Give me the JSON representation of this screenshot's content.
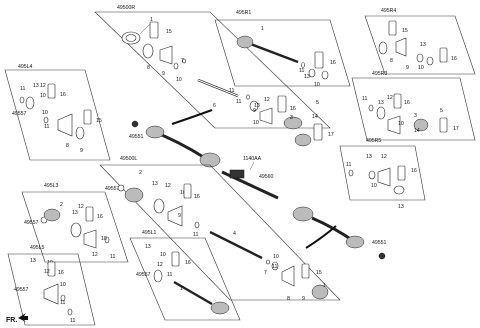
{
  "labels": {
    "p49500R": "49500R",
    "p495R1": "495R1",
    "p495R4": "495R4",
    "p495L4": "495L4",
    "p495R3": "495R3",
    "p495R5": "495R5",
    "p49500L": "49500L",
    "p1140AA": "1140AA",
    "p49560": "49560",
    "p495L3": "495L3",
    "p495L5": "495L5",
    "p495L1": "495L1",
    "p49557a": "49557",
    "p49557b": "49557",
    "p49557c": "49557",
    "p49557d": "49557",
    "p49551a": "49551",
    "p49551b": "49551",
    "n1": "1",
    "n2": "2",
    "n3": "3",
    "n4": "4",
    "n5": "5",
    "n6": "6",
    "n7": "7",
    "n8": "8",
    "n9": "9",
    "n10": "10",
    "n11": "11",
    "n12": "12",
    "n13": "13",
    "n14": "14",
    "n15": "15",
    "n16": "16",
    "n17": "17",
    "fr": "FR."
  }
}
